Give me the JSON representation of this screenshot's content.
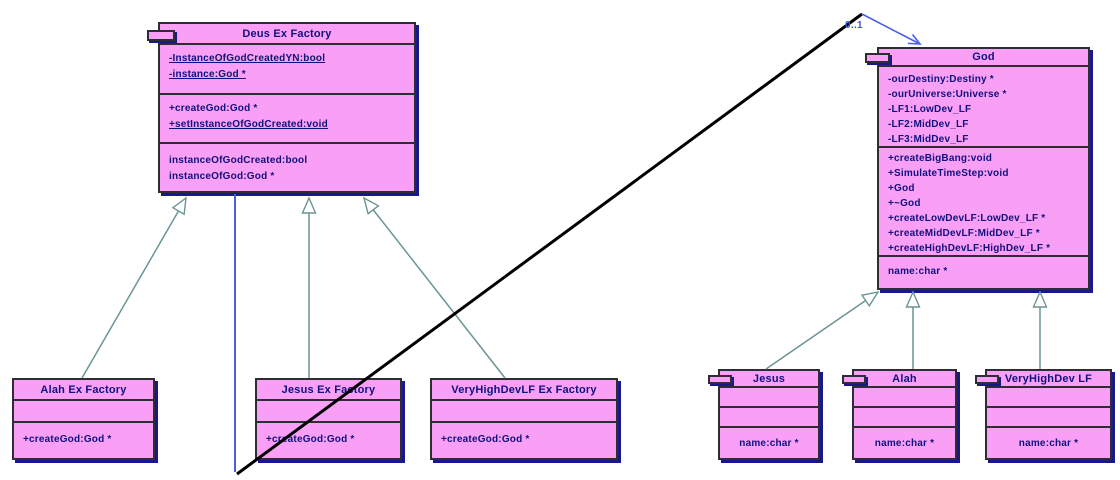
{
  "diagram": {
    "multiplicity_label": "0..1",
    "colors": {
      "box_fill": "#f9a0f6",
      "box_border": "#2d2d34",
      "box_shadow": "#18188c",
      "text": "#10107e",
      "inheritance_line": "#6b9494",
      "association_line": "#4a5fe8",
      "crossing_line": "#000000"
    }
  },
  "classes": {
    "deus_ex_factory": {
      "title": "Deus Ex Factory",
      "attributes": [
        "-InstanceOfGodCreatedYN:bool",
        "-instance:God *"
      ],
      "methods": [
        "+createGod:God *",
        "+setInstanceOfGodCreated:void"
      ],
      "properties": [
        "instanceOfGodCreated:bool",
        "instanceOfGod:God *"
      ]
    },
    "god": {
      "title": "God",
      "attributes": [
        "-ourDestiny:Destiny *",
        "-ourUniverse:Universe *",
        "-LF1:LowDev_LF",
        "-LF2:MidDev_LF",
        "-LF3:MidDev_LF"
      ],
      "methods": [
        "+createBigBang:void",
        "+SimulateTimeStep:void",
        "+God",
        "+~God",
        "+createLowDevLF:LowDev_LF *",
        "+createMidDevLF:MidDev_LF *",
        "+createHighDevLF:HighDev_LF *"
      ],
      "properties": [
        "name:char *"
      ]
    },
    "alah_ex_factory": {
      "title": "Alah Ex Factory",
      "methods": [
        "+createGod:God *"
      ]
    },
    "jesus_ex_factory": {
      "title": "Jesus Ex Factory",
      "methods": [
        "+createGod:God *"
      ]
    },
    "veryhighdevlf_ex_factory": {
      "title": "VeryHighDevLF Ex Factory",
      "methods": [
        "+createGod:God *"
      ]
    },
    "jesus": {
      "title": "Jesus",
      "properties": [
        "name:char *"
      ]
    },
    "alah": {
      "title": "Alah",
      "properties": [
        "name:char *"
      ]
    },
    "veryhighdev_lf": {
      "title": "VeryHighDev LF",
      "properties": [
        "name:char *"
      ]
    }
  }
}
